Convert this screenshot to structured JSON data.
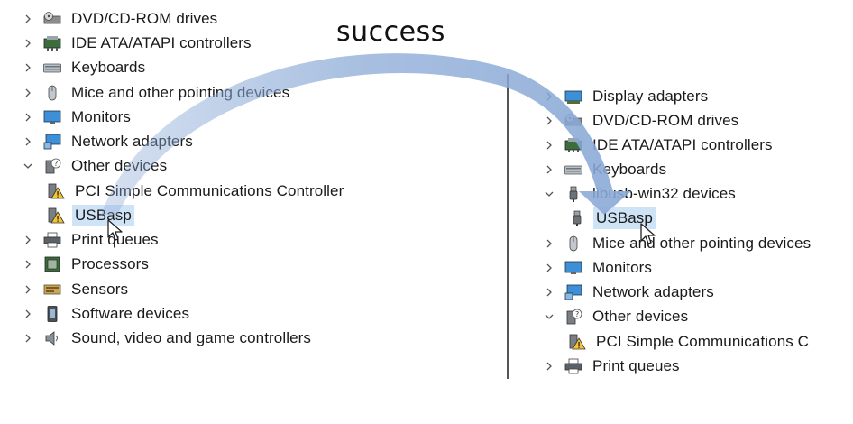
{
  "annotation": {
    "text": "success"
  },
  "left_tree": {
    "rows": [
      {
        "label": "DVD/CD-ROM drives",
        "icon": "dvd-drive-icon",
        "chevron": "right"
      },
      {
        "label": "IDE ATA/ATAPI controllers",
        "icon": "ide-controller-icon",
        "chevron": "right"
      },
      {
        "label": "Keyboards",
        "icon": "keyboard-icon",
        "chevron": "right"
      },
      {
        "label": "Mice and other pointing devices",
        "icon": "mouse-icon",
        "chevron": "right"
      },
      {
        "label": "Monitors",
        "icon": "monitor-icon",
        "chevron": "right"
      },
      {
        "label": "Network adapters",
        "icon": "network-adapter-icon",
        "chevron": "right"
      },
      {
        "label": "Other devices",
        "icon": "unknown-device-icon",
        "chevron": "down"
      },
      {
        "label": "PCI Simple Communications Controller",
        "icon": "warning-device-icon",
        "chevron": "none"
      },
      {
        "label": "USBasp",
        "icon": "warning-device-icon",
        "chevron": "none",
        "selected": true
      },
      {
        "label": "Print queues",
        "icon": "printer-icon",
        "chevron": "right"
      },
      {
        "label": "Processors",
        "icon": "processor-icon",
        "chevron": "right"
      },
      {
        "label": "Sensors",
        "icon": "sensor-icon",
        "chevron": "right"
      },
      {
        "label": "Software devices",
        "icon": "software-device-icon",
        "chevron": "right"
      },
      {
        "label": "Sound, video and game controllers",
        "icon": "speaker-icon",
        "chevron": "right"
      }
    ]
  },
  "right_tree": {
    "rows": [
      {
        "label": "Display adapters",
        "icon": "display-adapter-icon",
        "chevron": "right"
      },
      {
        "label": "DVD/CD-ROM drives",
        "icon": "dvd-drive-icon",
        "chevron": "right"
      },
      {
        "label": "IDE ATA/ATAPI controllers",
        "icon": "ide-controller-icon",
        "chevron": "right"
      },
      {
        "label": "Keyboards",
        "icon": "keyboard-icon",
        "chevron": "right"
      },
      {
        "label": "libusb-win32 devices",
        "icon": "usb-plug-icon",
        "chevron": "down"
      },
      {
        "label": "USBasp",
        "icon": "usb-plug-icon",
        "chevron": "none",
        "selected": true
      },
      {
        "label": "Mice and other pointing devices",
        "icon": "mouse-icon",
        "chevron": "right"
      },
      {
        "label": "Monitors",
        "icon": "monitor-icon",
        "chevron": "right"
      },
      {
        "label": "Network adapters",
        "icon": "network-adapter-icon",
        "chevron": "right"
      },
      {
        "label": "Other devices",
        "icon": "unknown-device-icon",
        "chevron": "down"
      },
      {
        "label": "PCI Simple Communications C",
        "icon": "warning-device-icon",
        "chevron": "none"
      },
      {
        "label": "Print queues",
        "icon": "printer-icon",
        "chevron": "right"
      }
    ]
  },
  "colors": {
    "selection": "#cfe3f7",
    "arrow": "#8aa9d6",
    "chevron": "#555555"
  }
}
